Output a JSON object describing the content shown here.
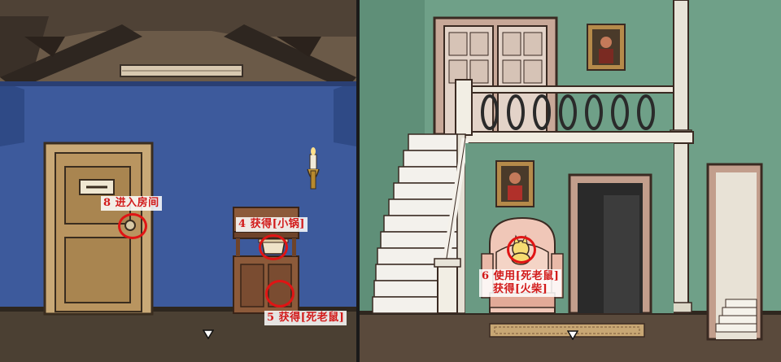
{
  "annotations": {
    "enter_room": "8 进入房间",
    "get_pot": "4 获得[小锅]",
    "get_dead_rat": "5 获得[死老鼠]",
    "use_dead_rat_line1": "6 使用[死老鼠]",
    "use_dead_rat_line2": "获得[火柴]"
  },
  "icons": {
    "nav_down_left": "nav-down-arrow-icon",
    "nav_down_right": "nav-down-arrow-icon"
  },
  "colors": {
    "left_wall": "#3d5a9c",
    "right_wall": "#6fa088",
    "marker": "#e01414",
    "annotation_text": "#d21a1a"
  }
}
